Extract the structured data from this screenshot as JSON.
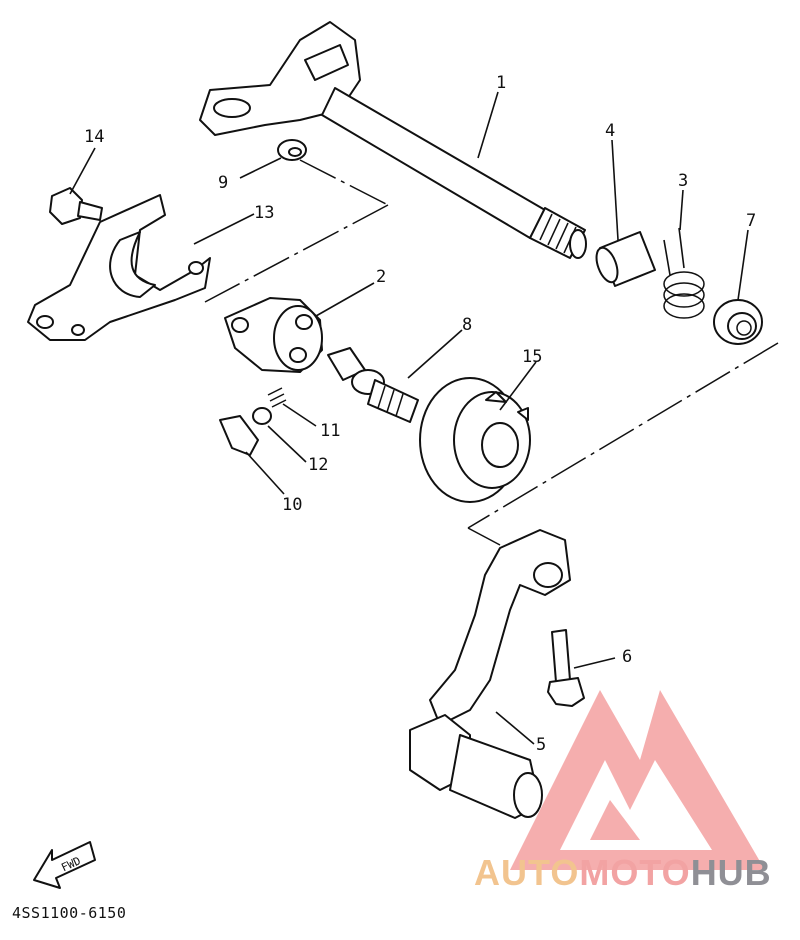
{
  "callouts": {
    "p1": "1",
    "p2": "2",
    "p3": "3",
    "p4": "4",
    "p5": "5",
    "p6": "6",
    "p7": "7",
    "p8": "8",
    "p9": "9",
    "p10": "10",
    "p11": "11",
    "p12": "12",
    "p13": "13",
    "p14": "14",
    "p15": "15"
  },
  "fwd_label": "FWD",
  "diagram_code": "4SS1100-6150",
  "watermark": {
    "part1": "AUTO",
    "part2": "MOTO",
    "part3": "HUB",
    "colors": {
      "auto": "#f2c48f",
      "moto": "#f2a3a3",
      "hub": "#8f8f95",
      "logo": "#f4a0a0"
    }
  }
}
